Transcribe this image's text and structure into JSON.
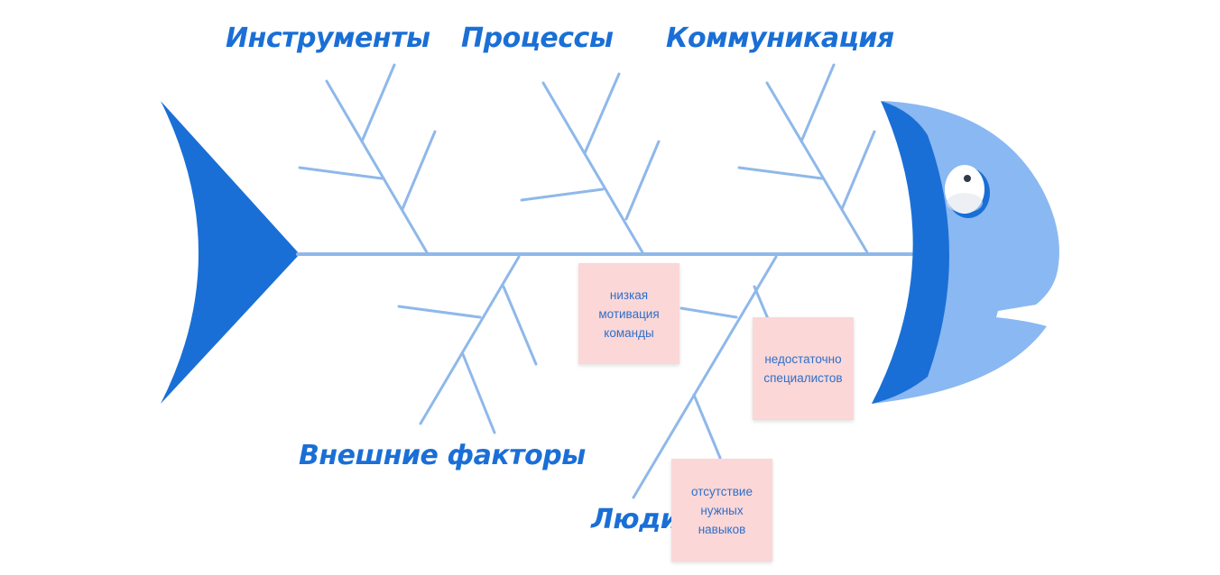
{
  "diagram": {
    "type": "fishbone",
    "colors": {
      "bone": "#8fb8ea",
      "tail": "#1a6fd6",
      "head_light": "#8ab8f2",
      "head_dark": "#1a6fd6",
      "label": "#1a6fd6",
      "sticky_bg": "#fbd7d7",
      "sticky_text": "#2e6fc9"
    },
    "categories": {
      "tools": "Инструменты",
      "processes": "Процессы",
      "communication": "Коммуникация",
      "external": "Внешние факторы",
      "people": "Люди"
    },
    "notes": {
      "low_motivation": "низкая\nмотивация\nкоманды",
      "few_specialists": "недостаточно\nспециалистов",
      "no_skills": "отсутствие\nнужных\nнавыков"
    }
  }
}
